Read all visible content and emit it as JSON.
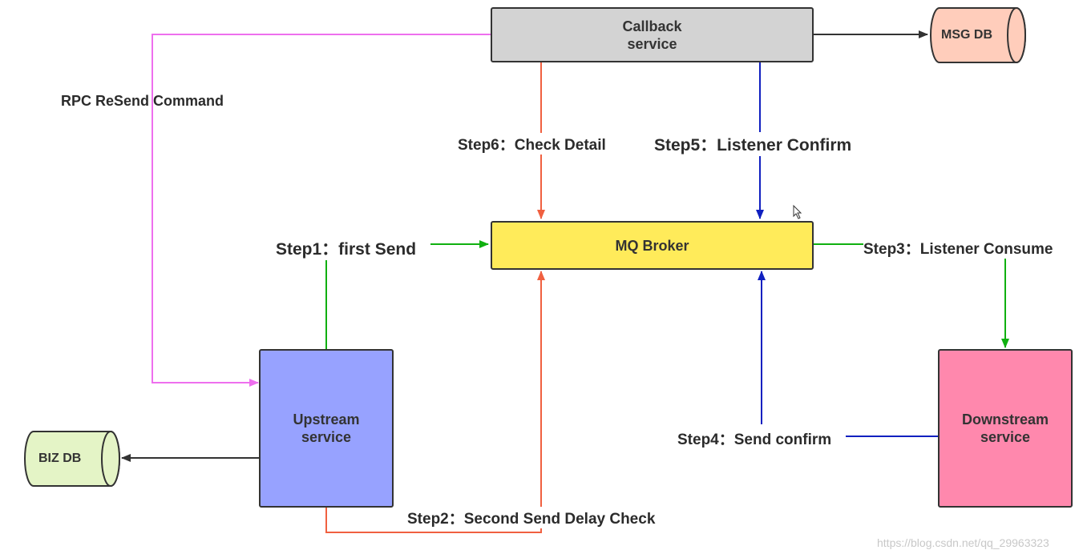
{
  "colors": {
    "callback": "#d3d3d3",
    "broker": "#ffeb5a",
    "upstream": "#97a2ff",
    "downstream": "#ff88ad",
    "msg_db": "#ffcdbb",
    "biz_db": "#e4f4c6",
    "pink_edge": "#ee6fee",
    "red_edge": "#f06040",
    "blue_edge": "#1020c0",
    "green_edge": "#10b010",
    "black_edge": "#333333"
  },
  "nodes": {
    "callback": {
      "line1": "Callback",
      "line2": "service"
    },
    "broker": {
      "label": "MQ Broker"
    },
    "upstream": {
      "line1": "Upstream",
      "line2": "service"
    },
    "downstream": {
      "line1": "Downstream",
      "line2": "service"
    },
    "msg_db": {
      "label": "MSG DB"
    },
    "biz_db": {
      "label": "BIZ DB"
    }
  },
  "edges": {
    "rpc_resend": "RPC ReSend Command",
    "step1": "Step1：first Send",
    "step2": "Step2：Second Send Delay Check",
    "step3": "Step3：Listener Consume",
    "step4": "Step4：Send confirm",
    "step5": "Step5：Listener Confirm",
    "step6": "Step6：Check Detail"
  },
  "watermark": "https://blog.csdn.net/qq_29963323"
}
